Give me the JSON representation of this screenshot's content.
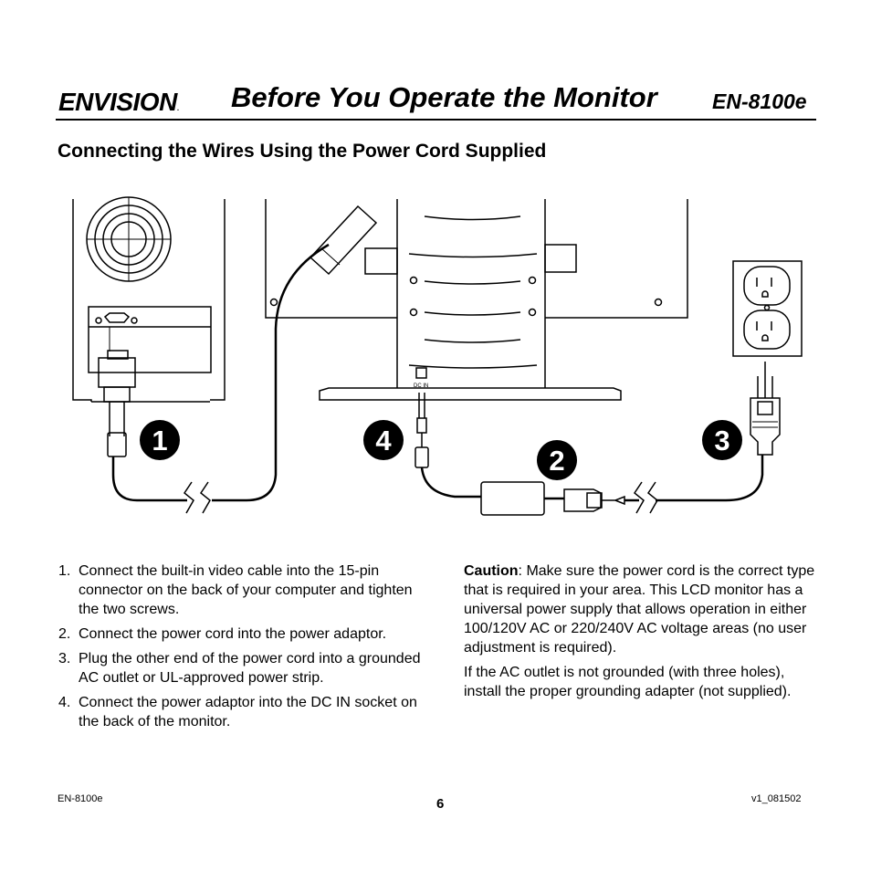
{
  "header": {
    "logo_text": "ENVISION",
    "logo_mark": ".",
    "title": "Before You Operate the Monitor",
    "model": "EN-8100e"
  },
  "section_heading": "Connecting the Wires Using the Power Cord Supplied",
  "diagram": {
    "dc_in_label": "DC IN",
    "step_markers": [
      "1",
      "2",
      "3",
      "4"
    ]
  },
  "steps": [
    {
      "num": "1.",
      "text": "Connect the built-in video cable into the 15-pin connector on the back of your computer and tighten the two screws."
    },
    {
      "num": "2.",
      "text": "Connect the power cord into the power adaptor."
    },
    {
      "num": "3.",
      "text": "Plug the other end of the power cord into a grounded AC outlet or UL-approved power strip."
    },
    {
      "num": "4.",
      "text": "Connect the power adaptor into the DC IN socket on the back of the monitor."
    }
  ],
  "caution": {
    "label": "Caution",
    "text": ": Make sure the power cord is the correct type that is required in your area. This LCD monitor has a universal power supply that allows operation in either 100/120V AC or 220/240V AC voltage areas (no user adjustment is required)."
  },
  "grounding_note": "If the AC outlet is not grounded (with three holes), install the proper grounding adapter (not supplied).",
  "footer": {
    "left": "EN-8100e",
    "page": "6",
    "right": "v1_081502"
  }
}
